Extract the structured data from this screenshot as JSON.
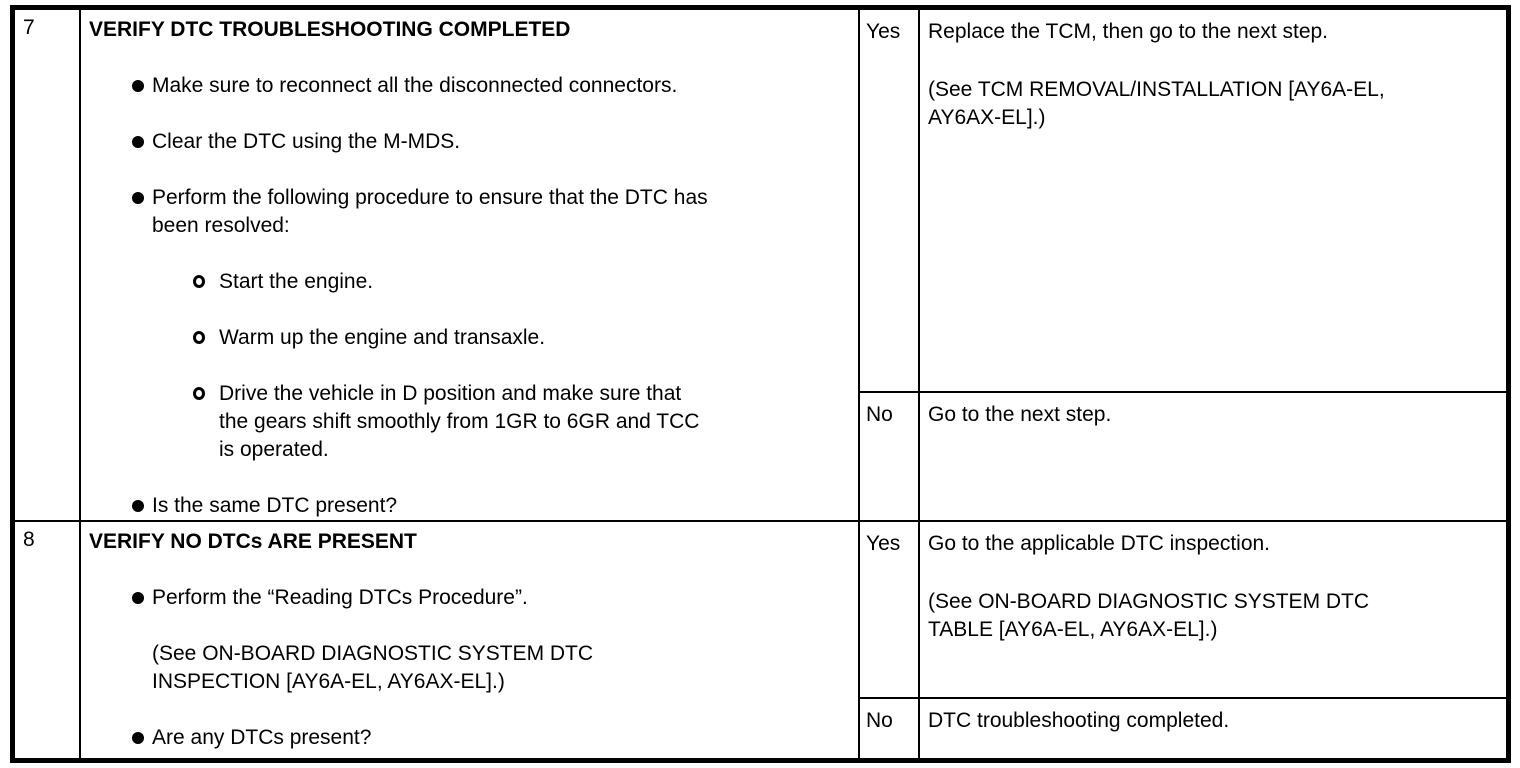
{
  "document": {
    "kind": "dtc-troubleshooting-procedure-table",
    "colors": {
      "background": "#ffffff",
      "text": "#000000",
      "border": "#000000"
    }
  },
  "table": {
    "rows": [
      {
        "step": "7",
        "action": {
          "title": "VERIFY DTC TROUBLESHOOTING COMPLETED",
          "items": [
            {
              "level": 1,
              "text": "Make sure to reconnect all the disconnected connectors."
            },
            {
              "level": 1,
              "text": "Clear the DTC using the M-MDS."
            },
            {
              "level": 1,
              "text": "Perform the following procedure to ensure that the DTC has\nbeen resolved:"
            },
            {
              "level": 2,
              "text": "Start the engine."
            },
            {
              "level": 2,
              "text": "Warm up the engine and transaxle."
            },
            {
              "level": 2,
              "text": "Drive the vehicle in D position and make sure that\nthe gears shift smoothly from 1GR to 6GR and TCC\nis operated."
            },
            {
              "level": 1,
              "text": "Is the same DTC present?"
            }
          ]
        },
        "branches": [
          {
            "answer": "Yes",
            "paragraphs": [
              "Replace the TCM, then go to the next step.",
              "(See TCM REMOVAL/INSTALLATION [AY6A-EL,\nAY6AX-EL].)"
            ]
          },
          {
            "answer": "No",
            "paragraphs": [
              "Go to the next step."
            ]
          }
        ]
      },
      {
        "step": "8",
        "action": {
          "title": "VERIFY NO DTCs ARE PRESENT",
          "items": [
            {
              "level": 1,
              "text": "Perform the “Reading DTCs Procedure”."
            },
            {
              "level": 0,
              "text": "(See ON-BOARD DIAGNOSTIC SYSTEM DTC\nINSPECTION [AY6A-EL, AY6AX-EL].)"
            },
            {
              "level": 1,
              "text": "Are any DTCs present?"
            }
          ]
        },
        "branches": [
          {
            "answer": "Yes",
            "paragraphs": [
              "Go to the applicable DTC inspection.",
              "(See ON-BOARD DIAGNOSTIC SYSTEM DTC\nTABLE [AY6A-EL, AY6AX-EL].)"
            ]
          },
          {
            "answer": "No",
            "paragraphs": [
              "DTC troubleshooting completed."
            ]
          }
        ]
      }
    ]
  }
}
